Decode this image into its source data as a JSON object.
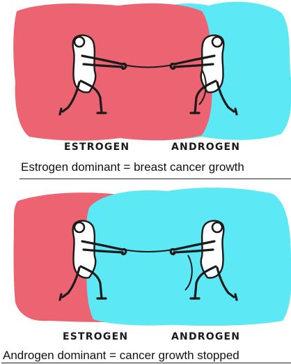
{
  "colors": {
    "estrogen": "#ec6472",
    "androgen": "#5de8f5",
    "ink": "#1a1a1a"
  },
  "panels": [
    {
      "dominant": "estrogen",
      "left_label": "ESTROGEN",
      "right_label": "ANDROGEN",
      "caption": "Estrogen dominant = breast cancer growth"
    },
    {
      "dominant": "androgen",
      "left_label": "ESTROGEN",
      "right_label": "ANDROGEN",
      "caption": "Androgen dominant = cancer growth stopped"
    }
  ]
}
